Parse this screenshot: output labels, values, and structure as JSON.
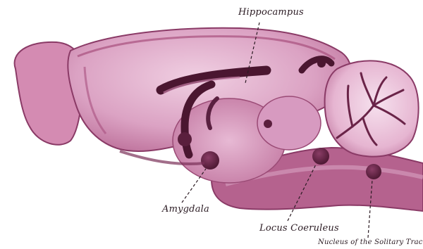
{
  "labels": {
    "hippocampus": "Hippocampus",
    "amygdala": "Amygdala",
    "locus_coeruleus": "Locus Coeruleus",
    "nucleus_solitary_tract": "Nucleus of the Solitary Trac"
  },
  "colors": {
    "tissue_light": "#e9bfd8",
    "tissue_mid": "#c9769f",
    "tissue_dark": "#8a3a66",
    "structure_dark": "#4a1630",
    "ink": "#2a1a22",
    "background": "#ffffff"
  }
}
